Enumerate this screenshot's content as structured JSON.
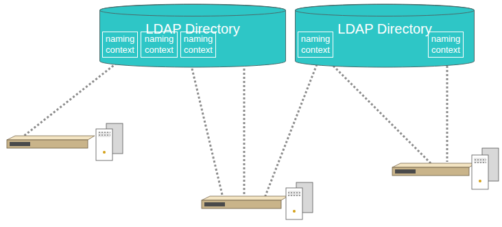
{
  "diagram": {
    "nodes": [
      {
        "text": [
          "LDAP Directory"
        ]
      },
      {
        "text": [
          "naming context"
        ],
        "in": 0
      },
      {
        "text": [
          "naming context"
        ],
        "in": 0
      },
      {
        "text": [
          "naming context"
        ],
        "in": 0
      },
      {
        "text": [
          "LDAP Directory"
        ]
      },
      {
        "text": [
          "naming context"
        ],
        "in": 4
      },
      {
        "text": [
          "naming context"
        ],
        "in": 4
      }
    ]
  }
}
